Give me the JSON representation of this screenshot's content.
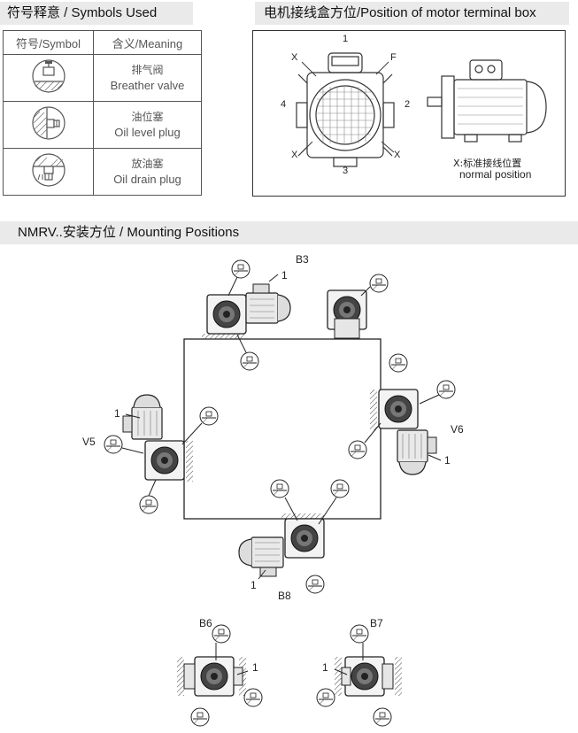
{
  "sections": {
    "symbols_title": "符号释意 / Symbols Used",
    "terminal_title": "电机接线盒方位/Position of motor terminal box",
    "mounting_title": "NMRV..安装方位 / Mounting Positions"
  },
  "symbols_table": {
    "col_symbol": "符号/Symbol",
    "col_meaning": "含义/Meaning",
    "rows": [
      {
        "icon": "breather-valve-icon",
        "cn": "排气阀",
        "en": "Breather valve"
      },
      {
        "icon": "oil-level-plug-icon",
        "cn": "油位塞",
        "en": "Oil level plug"
      },
      {
        "icon": "oil-drain-plug-icon",
        "cn": "放油塞",
        "en": "Oil drain plug"
      }
    ]
  },
  "terminal_box": {
    "pos_top": "1",
    "pos_right": "2",
    "pos_bottom": "3",
    "pos_left": "4",
    "mark_x": "X",
    "mark_f": "F",
    "note_cn": "X:标准接线位置",
    "note_en": "normal position"
  },
  "mounting": {
    "b3": "B3",
    "b8": "B8",
    "v5": "V5",
    "v6": "V6",
    "b6": "B6",
    "b7": "B7",
    "terminal_mark": "1"
  }
}
